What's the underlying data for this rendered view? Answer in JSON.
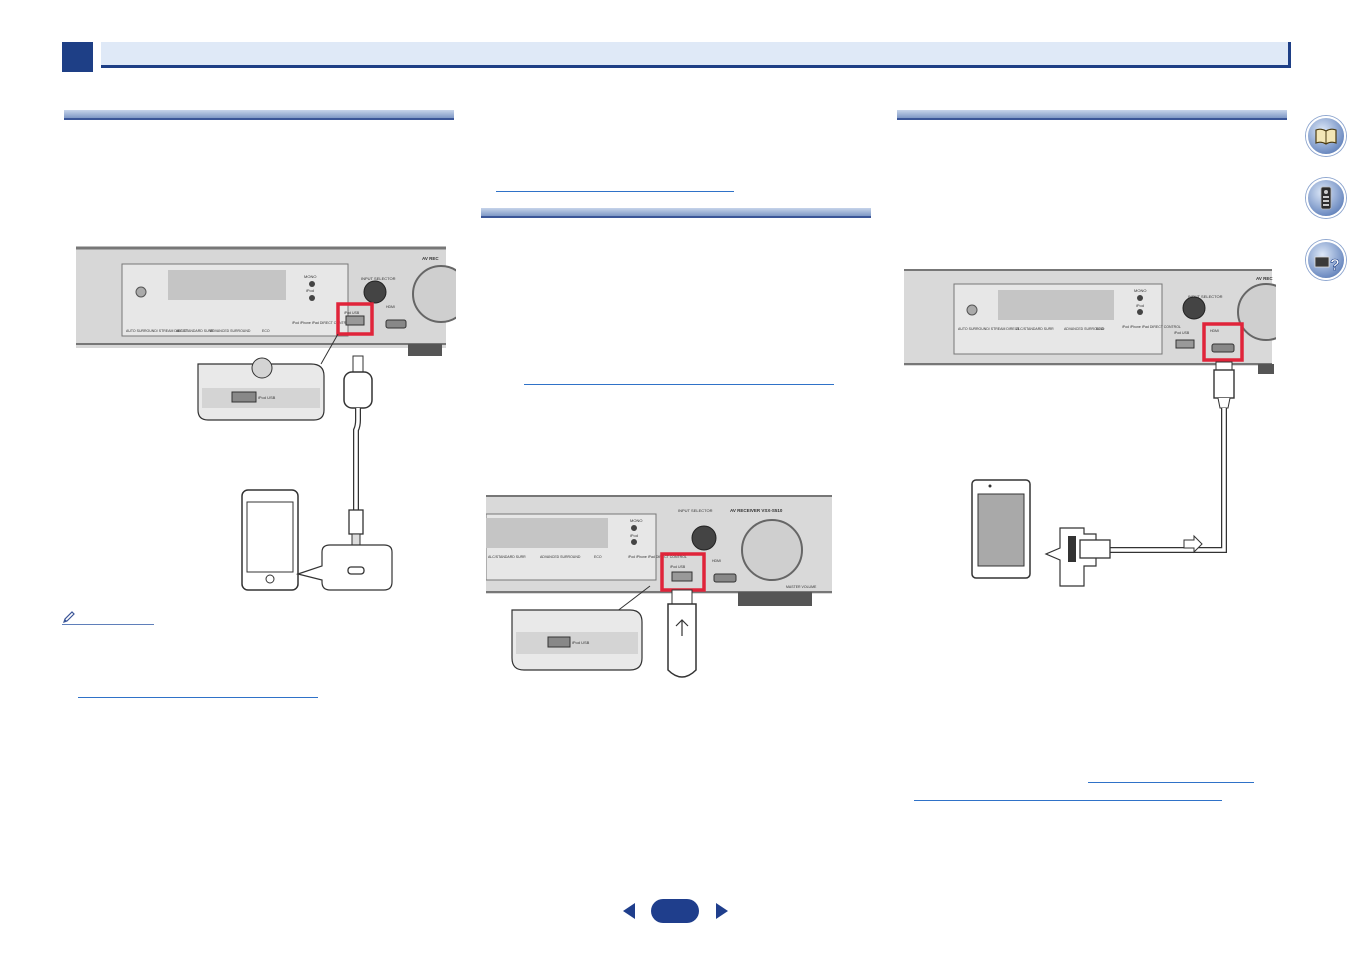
{
  "panel_text": {
    "mono": "MONO",
    "ipod": "iPod",
    "input_selector": "INPUT SELECTOR",
    "ipod_direct_control": "iPod iPhone iPad DIRECT CONTROL",
    "hdmi_label": "HDMI",
    "auto_surround": "AUTO SURROUND/ STREAM DIRECT",
    "alc_standard": "ALC/STANDARD SURR",
    "advanced_surround": "ADVANCED SURROUND",
    "eco": "ECO",
    "usb_port": "iPod USB",
    "model": "AV RECEIVER  VSX-S510",
    "av_rec": "AV REC",
    "master_volume": "MASTER VOLUME"
  },
  "colors": {
    "chapter_blue": "#1e3f86",
    "highlight_red": "#e0243a",
    "link_blue": "#2f72c8"
  },
  "icons": {
    "side": [
      "manual-book-icon",
      "remote-control-icon",
      "help-faq-icon"
    ],
    "note": "note-pencil-icon",
    "nav": [
      "previous-page-arrow-icon",
      "next-page-arrow-icon"
    ]
  }
}
